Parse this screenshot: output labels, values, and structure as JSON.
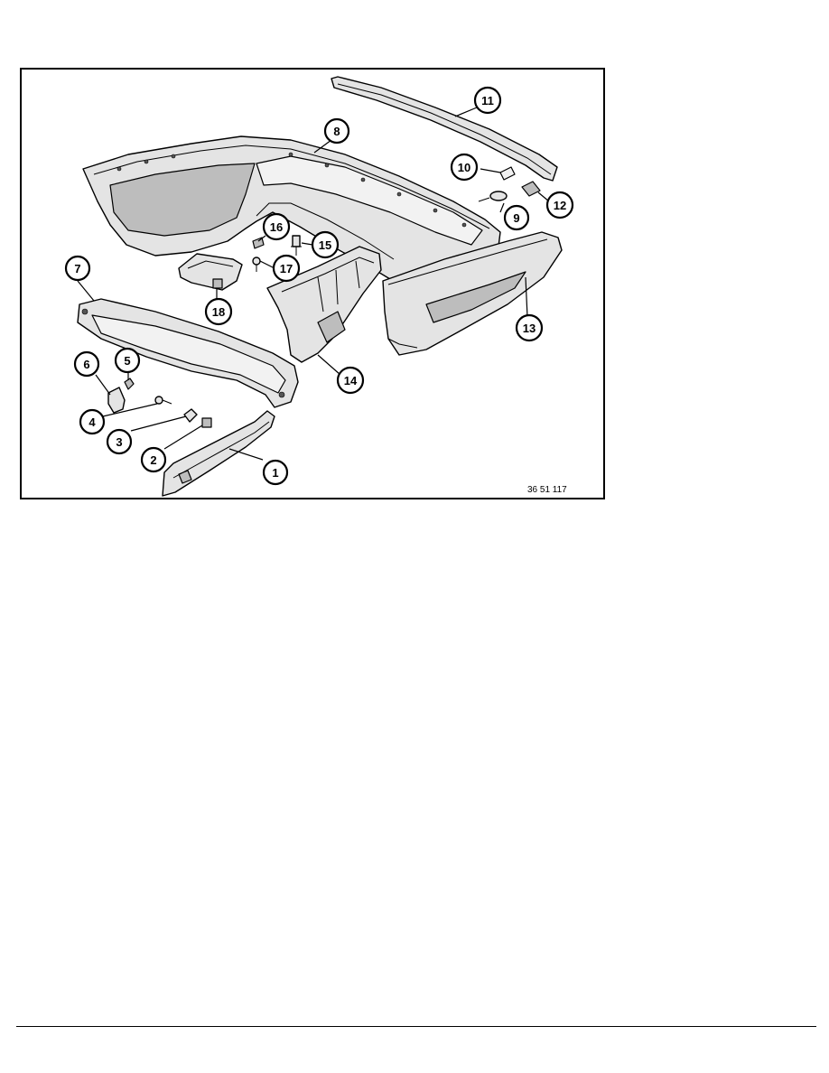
{
  "figure": {
    "code": "36 51 117",
    "callouts": [
      "1",
      "2",
      "3",
      "4",
      "5",
      "6",
      "7",
      "8",
      "9",
      "10",
      "11",
      "12",
      "13",
      "14",
      "15",
      "16",
      "17",
      "18"
    ],
    "colors": {
      "line": "#000000",
      "part_fill": "#e4e4e4",
      "shadow": "#bdbdbd"
    }
  }
}
